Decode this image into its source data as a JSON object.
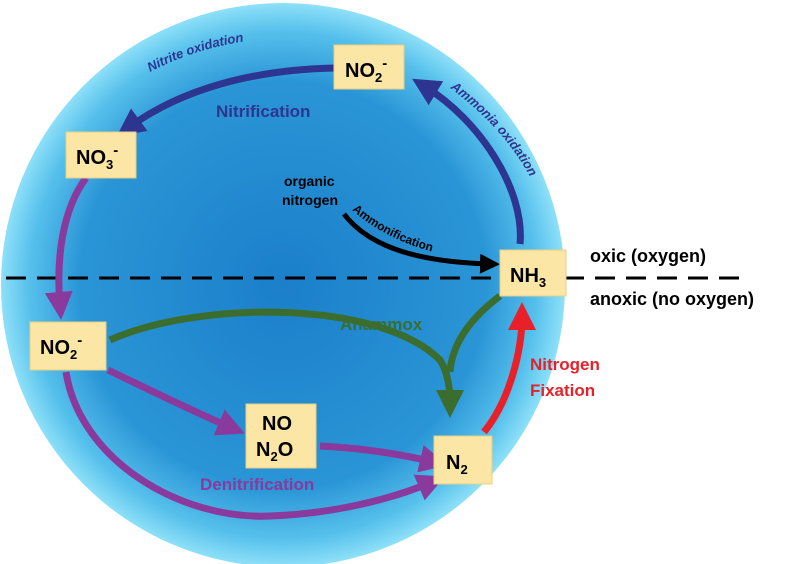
{
  "diagram": {
    "nodes": {
      "no2_top": {
        "base": "NO",
        "sub": "2",
        "sup": "-"
      },
      "no3": {
        "base": "NO",
        "sub": "3",
        "sup": "-"
      },
      "nh3": {
        "base": "NH",
        "sub": "3",
        "sup": ""
      },
      "no2_left": {
        "base": "NO",
        "sub": "2",
        "sup": "-"
      },
      "no_n2o": {
        "line1": "NO",
        "line2_base": "N",
        "line2_sub": "2",
        "line2_rest": "O"
      },
      "n2": {
        "base": "N",
        "sub": "2",
        "sup": ""
      }
    },
    "labels": {
      "nitrite_oxidation": "Nitrite oxidation",
      "ammonia_oxidation": "Ammonia oxidation",
      "nitrification": "Nitrification",
      "organic": "organic",
      "nitrogen": "nitrogen",
      "ammonification": "Ammonification",
      "anammox": "Anammox",
      "nitrogen_fixation_1": "Nitrogen",
      "nitrogen_fixation_2": "Fixation",
      "denitrification": "Denitrification",
      "oxic": "oxic (oxygen)",
      "anoxic": "anoxic (no oxygen)"
    },
    "colors": {
      "nitrification": "#2e3590",
      "denitrification": "#8a3a9c",
      "anammox": "#3b6e2e",
      "fixation": "#e8202a",
      "ammonification": "#000000",
      "box": "#fbe6a6",
      "sphere_center": "#1f86cf",
      "sphere_edge": "#6fd0f2"
    }
  }
}
